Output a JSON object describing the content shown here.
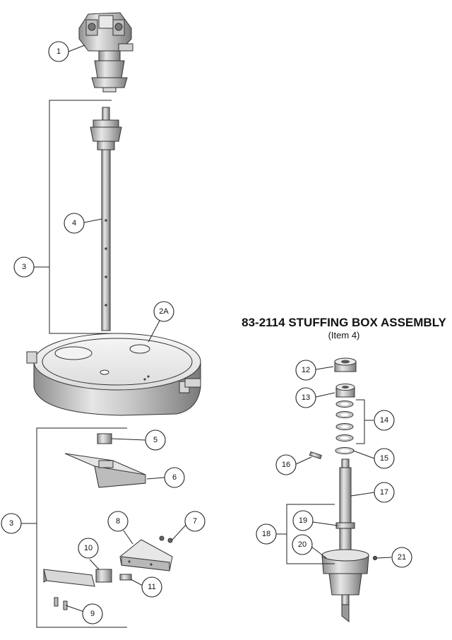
{
  "assembly": {
    "title": "83-2114 STUFFING BOX ASSEMBLY",
    "subtitle": "(Item 4)"
  },
  "callouts": {
    "c1": "1",
    "c2a": "2A",
    "c3a": "3",
    "c3b": "3",
    "c4": "4",
    "c5": "5",
    "c6": "6",
    "c7": "7",
    "c8": "8",
    "c9": "9",
    "c10": "10",
    "c11": "11",
    "c12": "12",
    "c13": "13",
    "c14": "14",
    "c15": "15",
    "c16": "16",
    "c17": "17",
    "c18": "18",
    "c19": "19",
    "c20": "20",
    "c21": "21"
  }
}
